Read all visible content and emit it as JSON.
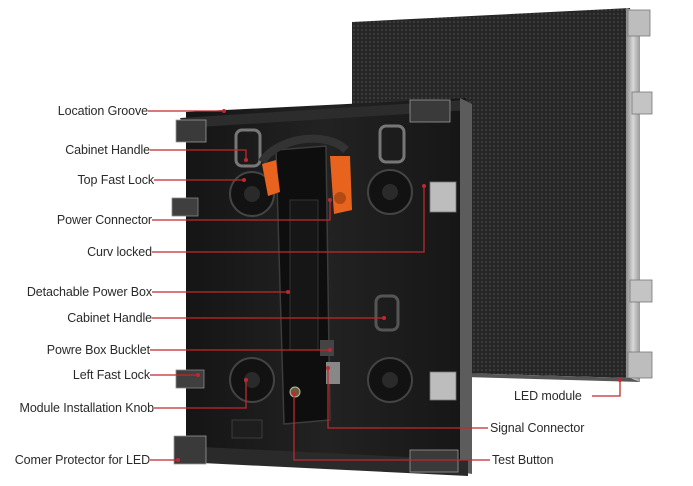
{
  "labels": {
    "location_groove": "Location Groove",
    "cabinet_handle_top": "Cabinet Handle",
    "top_fast_lock": "Top Fast Lock",
    "power_connector": "Power Connector",
    "curv_locked": "Curv locked",
    "detachable_power_box": "Detachable Power Box",
    "cabinet_handle_mid": "Cabinet Handle",
    "powre_box_bucklet": "Powre Box Bucklet",
    "left_fast_lock": "Left Fast Lock",
    "module_installation_knob": "Module Installation Knob",
    "corner_protector": "Comer Protector for LED",
    "led_module": "LED module",
    "signal_connector": "Signal Connector",
    "test_button": "Test Button"
  },
  "colors": {
    "leader_line": "#c0282d",
    "cabinet_dark": "#1b1b1b",
    "led_panel": "#2a2a2a",
    "accent_orange": "#e8641e",
    "label_text": "#2a2a2a"
  }
}
